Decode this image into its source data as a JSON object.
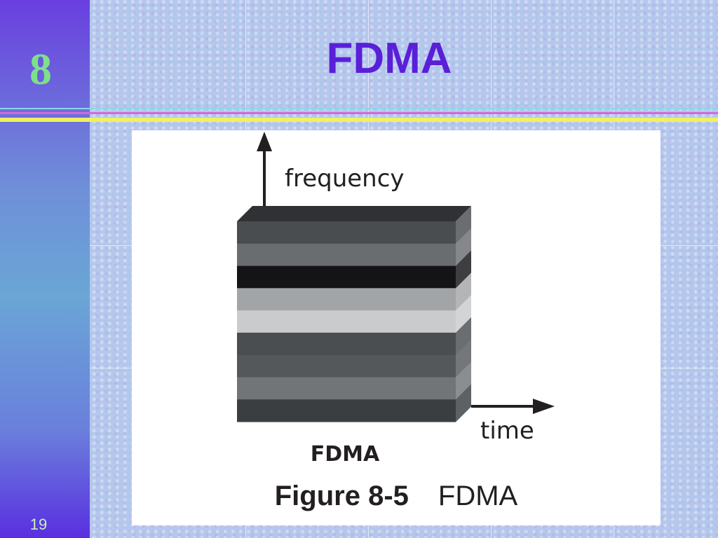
{
  "slide": {
    "chapter": "8",
    "title": "FDMA",
    "page_number": "19"
  },
  "figure": {
    "y_axis_label": "frequency",
    "x_axis_label": "time",
    "diagram_label": "FDMA",
    "caption_number": "Figure 8-5",
    "caption_text": "FDMA",
    "band_colors": [
      "#4a4d50",
      "#6a6d70",
      "#141416",
      "#a2a5a7",
      "#c9cbcc",
      "#4b4e51",
      "#55585b",
      "#727578",
      "#3b3e41"
    ],
    "top_color": "#2f3134"
  }
}
